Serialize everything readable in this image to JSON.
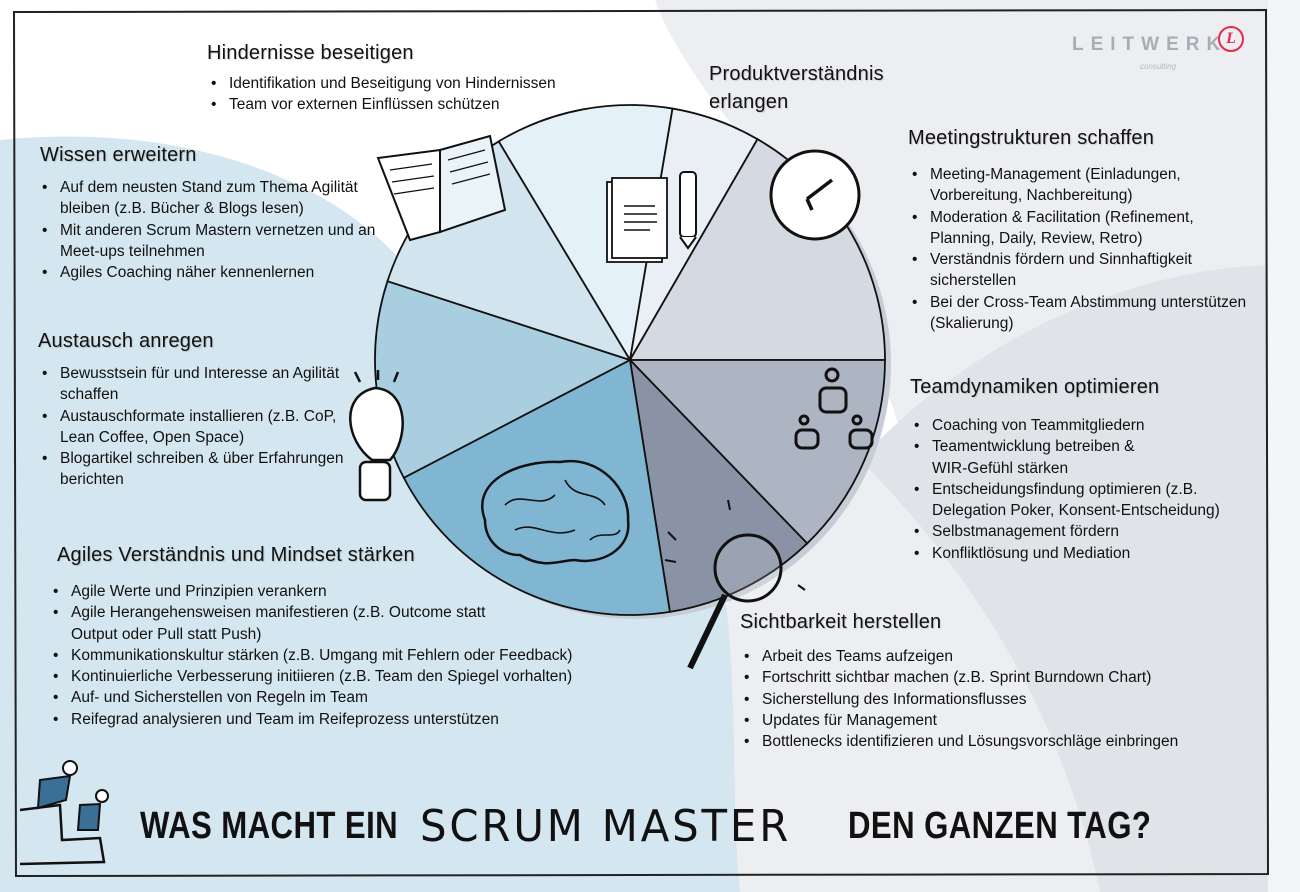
{
  "logo": {
    "name": "LEITWERK",
    "tagline": "consulting",
    "mark_letter": "L",
    "mark_color": "#e8294d"
  },
  "title": {
    "part1": "WAS MACHT EIN",
    "part2": "SCRUM MASTER",
    "part3": "DEN GANZEN TAG?"
  },
  "pie": {
    "slices": [
      {
        "topic": "Hindernisse beseitigen",
        "color": "#e4f1f8",
        "icon": "documents-icon"
      },
      {
        "topic": "Produktverständnis erlangen",
        "color": "#eaeff6",
        "icon": "pencil-icon"
      },
      {
        "topic": "Meetingstrukturen schaffen",
        "color": "#d5d9e2",
        "icon": "clock-icon"
      },
      {
        "topic": "Teamdynamiken optimieren",
        "color": "#adb4c2",
        "icon": "team-icon"
      },
      {
        "topic": "Sichtbarkeit herstellen",
        "color": "#8a93a6",
        "icon": "magnifier-icon"
      },
      {
        "topic": "Agiles Verständnis und Mindset stärken",
        "color": "#80b6d1",
        "icon": "brain-icon"
      },
      {
        "topic": "Austausch anregen",
        "color": "#a9cee0",
        "icon": "lightbulb-icon"
      },
      {
        "topic": "Wissen erweitern",
        "color": "#d2e5ee",
        "icon": "book-icon"
      }
    ]
  },
  "sections": {
    "hindernisse": {
      "heading": "Hindernisse beseitigen",
      "items": [
        "Identifikation und Beseitigung von Hindernissen",
        "Team vor externen Einflüssen schützen"
      ]
    },
    "produkt": {
      "heading_line1": "Produktverständnis",
      "heading_line2": "erlangen"
    },
    "wissen": {
      "heading": "Wissen erweitern",
      "items": [
        "Auf dem neusten Stand zum Thema Agilität bleiben (z.B. Bücher & Blogs lesen)",
        "Mit anderen Scrum Mastern vernetzen und an Meet-ups teilnehmen",
        "Agiles Coaching näher kennenlernen"
      ]
    },
    "austausch": {
      "heading": "Austausch anregen",
      "items": [
        "Bewusstsein für und Interesse an Agilität schaffen",
        "Austauschformate installieren (z.B. CoP, Lean Coffee, Open Space)",
        "Blogartikel schreiben & über Erfahrungen berichten"
      ]
    },
    "agiles": {
      "heading": "Agiles Verständnis und Mindset stärken",
      "items": [
        "Agile Werte und Prinzipien verankern",
        "Agile Herangehensweisen manifestieren (z.B. Outcome statt Output oder Pull statt Push)",
        "Kommunikationskultur stärken (z.B. Umgang mit Fehlern oder Feedback)",
        "Kontinuierliche Verbesserung initiieren (z.B. Team den Spiegel vorhalten)",
        "Auf- und Sicherstellen von Regeln im Team",
        "Reifegrad analysieren und Team im Reifeprozess unterstützen"
      ]
    },
    "meeting": {
      "heading": "Meetingstrukturen schaffen",
      "items": [
        "Meeting-Management (Einladungen, Vorbereitung, Nachbereitung)",
        "Moderation & Facilitation (Refinement, Planning, Daily, Review, Retro)",
        "Verständnis fördern und Sinnhaftigkeit sicherstellen",
        "Bei der Cross-Team Abstimmung unterstützen (Skalierung)"
      ]
    },
    "team": {
      "heading": "Teamdynamiken optimieren",
      "items": [
        "Coaching von Teammitgliedern",
        "Teamentwicklung betreiben & WIR-Gefühl stärken",
        "Entscheidungsfindung optimieren (z.B. Delegation Poker, Konsent-Entscheidung)",
        "Selbstmanagement fördern",
        "Konfliktlösung und Mediation"
      ]
    },
    "sicht": {
      "heading": "Sichtbarkeit herstellen",
      "items": [
        "Arbeit des Teams aufzeigen",
        "Fortschritt sichtbar machen (z.B. Sprint Burndown Chart)",
        "Sicherstellung des Informationsflusses",
        "Updates für Management",
        "Bottlenecks identifizieren und Lösungsvorschläge einbringen"
      ]
    }
  }
}
